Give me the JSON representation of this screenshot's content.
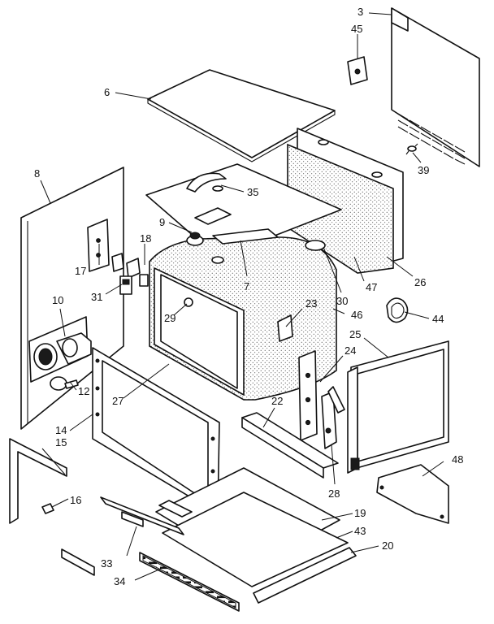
{
  "callouts": [
    {
      "id": "c3",
      "text": "3"
    },
    {
      "id": "c45",
      "text": "45"
    },
    {
      "id": "c6",
      "text": "6"
    },
    {
      "id": "c39",
      "text": "39"
    },
    {
      "id": "c8",
      "text": "8"
    },
    {
      "id": "c35",
      "text": "35"
    },
    {
      "id": "c9",
      "text": "9"
    },
    {
      "id": "c18",
      "text": "18"
    },
    {
      "id": "c17",
      "text": "17"
    },
    {
      "id": "c31",
      "text": "31"
    },
    {
      "id": "c7",
      "text": "7"
    },
    {
      "id": "c47",
      "text": "47"
    },
    {
      "id": "c30",
      "text": "30"
    },
    {
      "id": "c26",
      "text": "26"
    },
    {
      "id": "c10",
      "text": "10"
    },
    {
      "id": "c29",
      "text": "29"
    },
    {
      "id": "c23",
      "text": "23"
    },
    {
      "id": "c46",
      "text": "46"
    },
    {
      "id": "c44",
      "text": "44"
    },
    {
      "id": "c25",
      "text": "25"
    },
    {
      "id": "c24",
      "text": "24"
    },
    {
      "id": "c12",
      "text": "12"
    },
    {
      "id": "c27",
      "text": "27"
    },
    {
      "id": "c22",
      "text": "22"
    },
    {
      "id": "c14",
      "text": "14"
    },
    {
      "id": "c15",
      "text": "15"
    },
    {
      "id": "c48",
      "text": "48"
    },
    {
      "id": "c16",
      "text": "16"
    },
    {
      "id": "c28",
      "text": "28"
    },
    {
      "id": "c19",
      "text": "19"
    },
    {
      "id": "c43",
      "text": "43"
    },
    {
      "id": "c33",
      "text": "33"
    },
    {
      "id": "c20",
      "text": "20"
    },
    {
      "id": "c34",
      "text": "34"
    }
  ]
}
